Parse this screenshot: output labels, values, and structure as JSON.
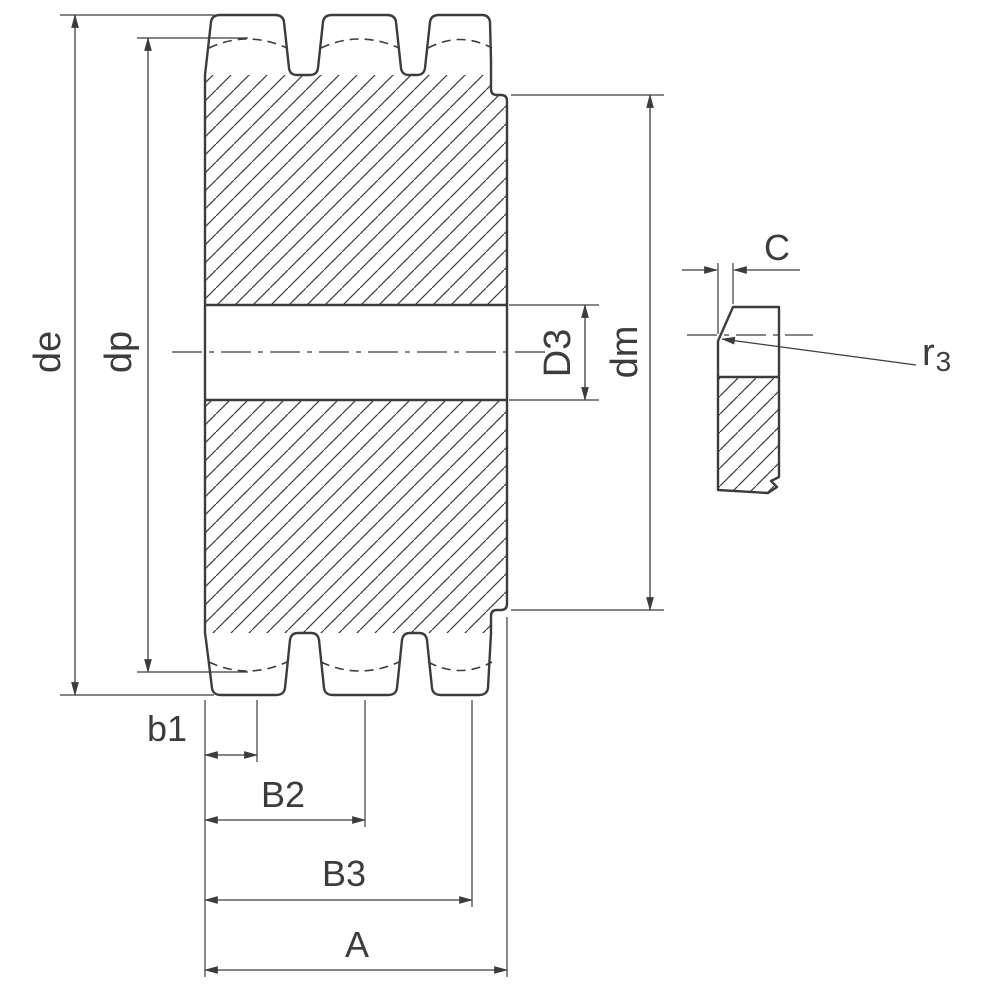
{
  "drawing": {
    "colors": {
      "line": "#3c3c3c",
      "background": "#ffffff"
    },
    "labels": {
      "de": "de",
      "dp": "dp",
      "d3": "D3",
      "dm": "dm",
      "b1": "b1",
      "b2": "B2",
      "b3": "B3",
      "a": "A",
      "c": "C",
      "r3_base": "r",
      "r3_sub": "3"
    }
  }
}
